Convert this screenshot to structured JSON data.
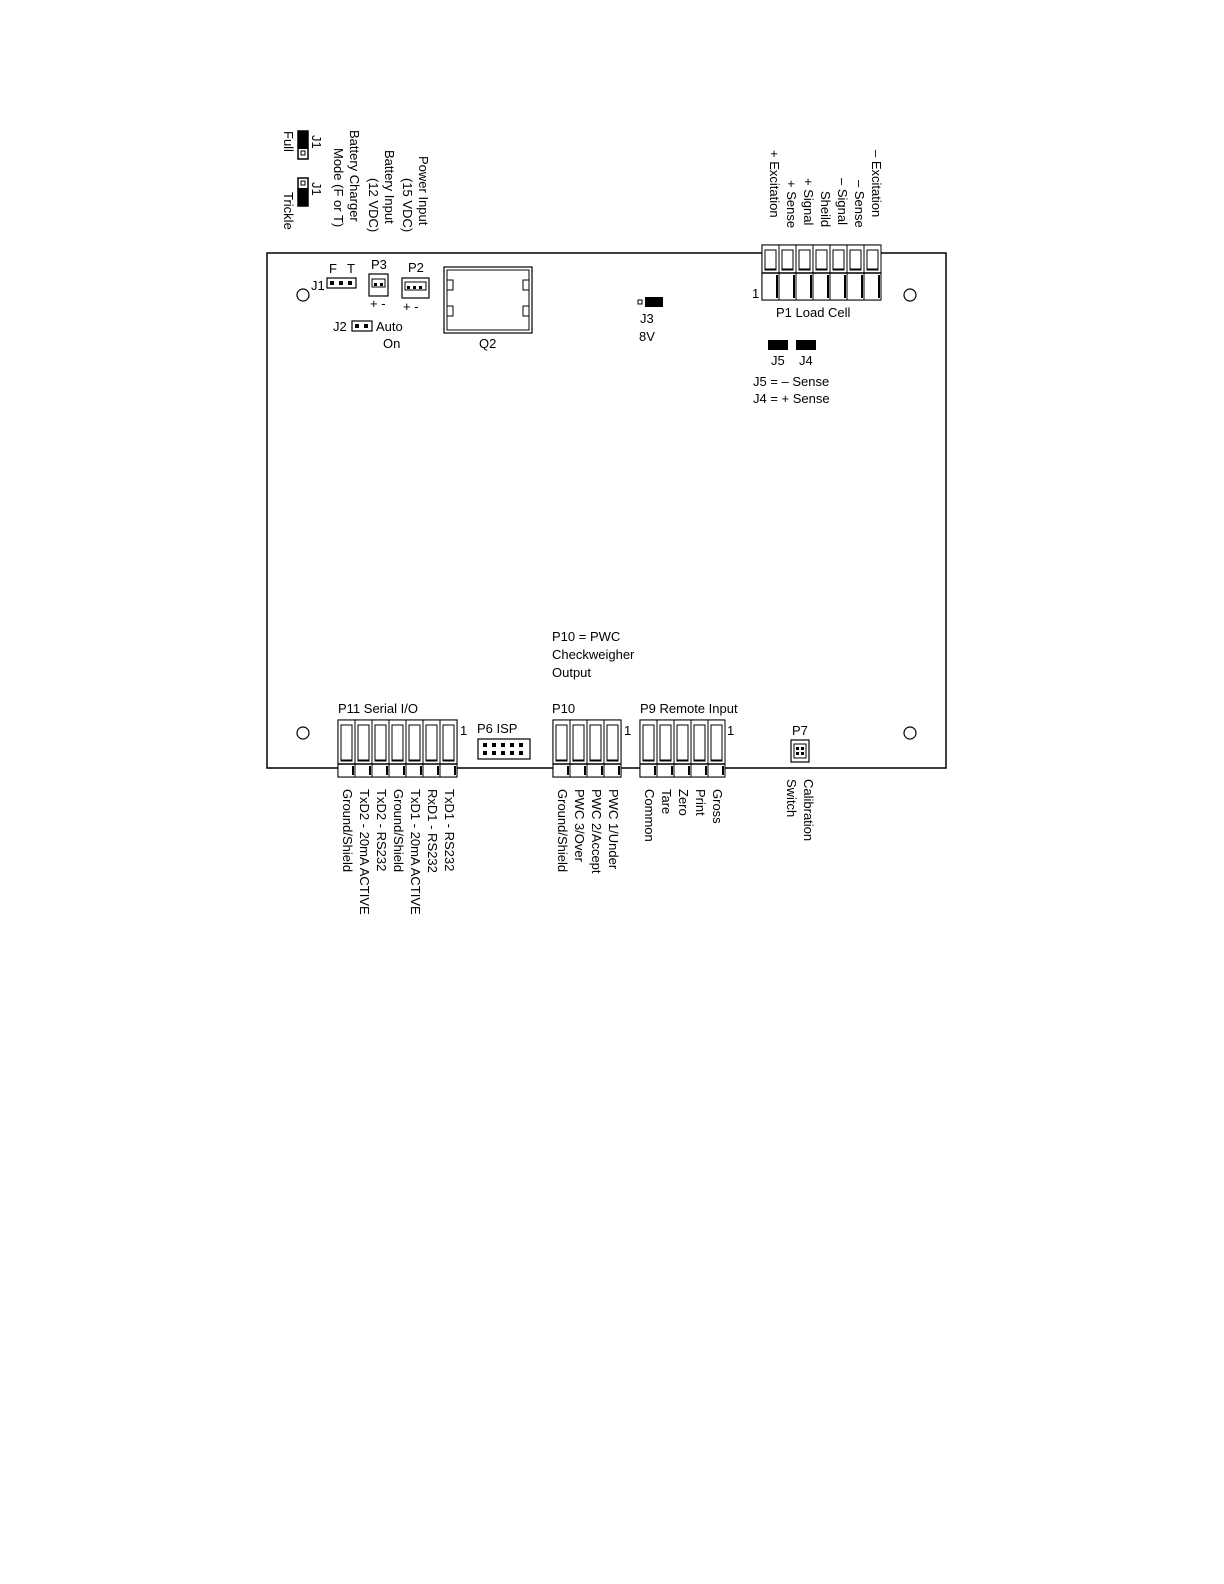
{
  "jumper_legend": {
    "full": {
      "name": "J1",
      "label": "Full"
    },
    "trickle": {
      "name": "J1",
      "label": "Trickle"
    }
  },
  "top_left_labels": {
    "battery_charger": [
      "Battery Charger",
      "Mode (F or T)"
    ],
    "battery_input": [
      "Battery Input",
      "(12 VDC)"
    ],
    "power_input": [
      "Power Input",
      "(15 VDC)"
    ]
  },
  "load_cell_pins": [
    "+ Excitation",
    "+ Sense",
    "+ Signal",
    "Sheild",
    "– Signal",
    "– Sense",
    "– Excitation"
  ],
  "board": {
    "j1": {
      "name": "J1",
      "f": "F",
      "t": "T"
    },
    "p3": {
      "name": "P3",
      "polarity": "+ -"
    },
    "p2": {
      "name": "P2",
      "polarity": "+ -"
    },
    "j2": {
      "name": "J2",
      "label_line1": "Auto",
      "label_line2": "On"
    },
    "q2": "Q2",
    "j3": {
      "name": "J3",
      "value": "8V"
    },
    "p1": {
      "pin1": "1",
      "label": "P1 Load Cell"
    },
    "j5": "J5",
    "j4": "J4",
    "sense_notes": [
      "J5 = – Sense",
      "J4 = + Sense"
    ],
    "p10_note": [
      "P10 = PWC",
      "Checkweigher",
      "Output"
    ],
    "p11": {
      "label": "P11 Serial I/O",
      "pin1": "1"
    },
    "p6": {
      "label": "P6 ISP"
    },
    "p10": {
      "label": "P10",
      "pin1": "1"
    },
    "p9": {
      "label": "P9 Remote Input",
      "pin1": "1"
    },
    "p7": {
      "label": "P7"
    }
  },
  "p11_pins": [
    "Ground/Shield",
    "TxD2 - 20mA ACTIVE",
    "TxD2 - RS232",
    "Ground/Shield",
    "TxD1 - 20mA ACTIVE",
    "RxD1 - RS232",
    "TxD1 - RS232"
  ],
  "p10_pins": [
    "Ground/Shield",
    "PWC 3/Over",
    "PWC 2/Accept",
    "PWC 1/Under"
  ],
  "p9_pins": [
    "Common",
    "Tare",
    "Zero",
    "Print",
    "Gross"
  ],
  "p7_pins": [
    "Calibration",
    "Switch"
  ]
}
